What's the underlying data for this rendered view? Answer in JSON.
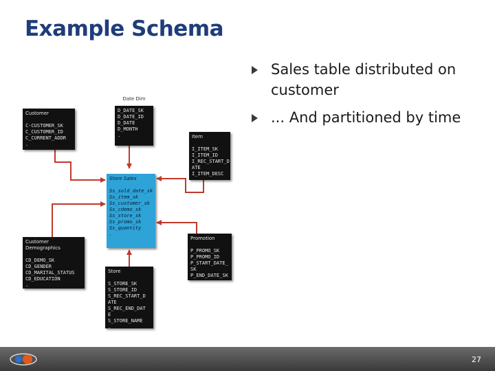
{
  "title": "Example Schema",
  "bullets": [
    "Sales table distributed on customer",
    "... And partitioned by time"
  ],
  "tables": {
    "date_dim": {
      "title": "Date Dim",
      "fields": [
        "D_DATE_SK",
        "D_DATE_ID",
        "D_DATE",
        "D_MONTH",
        "."
      ]
    },
    "customer": {
      "title": "Customer",
      "fields": [
        "C-CUSTOMER_SK",
        "C_CUSTOMER_ID",
        "C_CURRENT_ADDR",
        "."
      ]
    },
    "item": {
      "title": "Item",
      "fields": [
        "I_ITEM_SK",
        "I_ITEM_ID",
        "I_REC_START_D",
        "ATE",
        "I_ITEM_DESC",
        "."
      ]
    },
    "store_sales": {
      "title": "Store Sales",
      "fields": [
        "Ss_sold_date_sk",
        "Ss_item_sk",
        "Ss_customer_sk",
        "Ss_cdemo_sk",
        "Ss_store_sk",
        "Ss_promo_sk",
        "Ss_quantity",
        "."
      ]
    },
    "promotion": {
      "title": "Promotion",
      "fields": [
        "P_PROMO_SK",
        "P_PROMO_ID",
        "P_START_DATE_",
        "SK",
        "P_END_DATE_SK",
        "."
      ]
    },
    "customer_demographics": {
      "title": "Customer Demographics",
      "fields": [
        "CD_DEMO_SK",
        "CD_GENDER",
        "CD_MARITAL_STATUS",
        "CD_EDUCATION",
        "."
      ]
    },
    "store": {
      "title": "Store",
      "fields": [
        "S_STORE_SK",
        "S_STORE_ID",
        "S_REC_START_D",
        "ATE",
        "S_REC_END_DAT",
        "E",
        "S_STORE_NAME",
        "."
      ]
    }
  },
  "footer": {
    "page_number": "27"
  },
  "colors": {
    "title": "#1f3d7a",
    "fact_table": "#2ea3d8",
    "dim_table": "#111111",
    "connector": "#c0392b"
  }
}
